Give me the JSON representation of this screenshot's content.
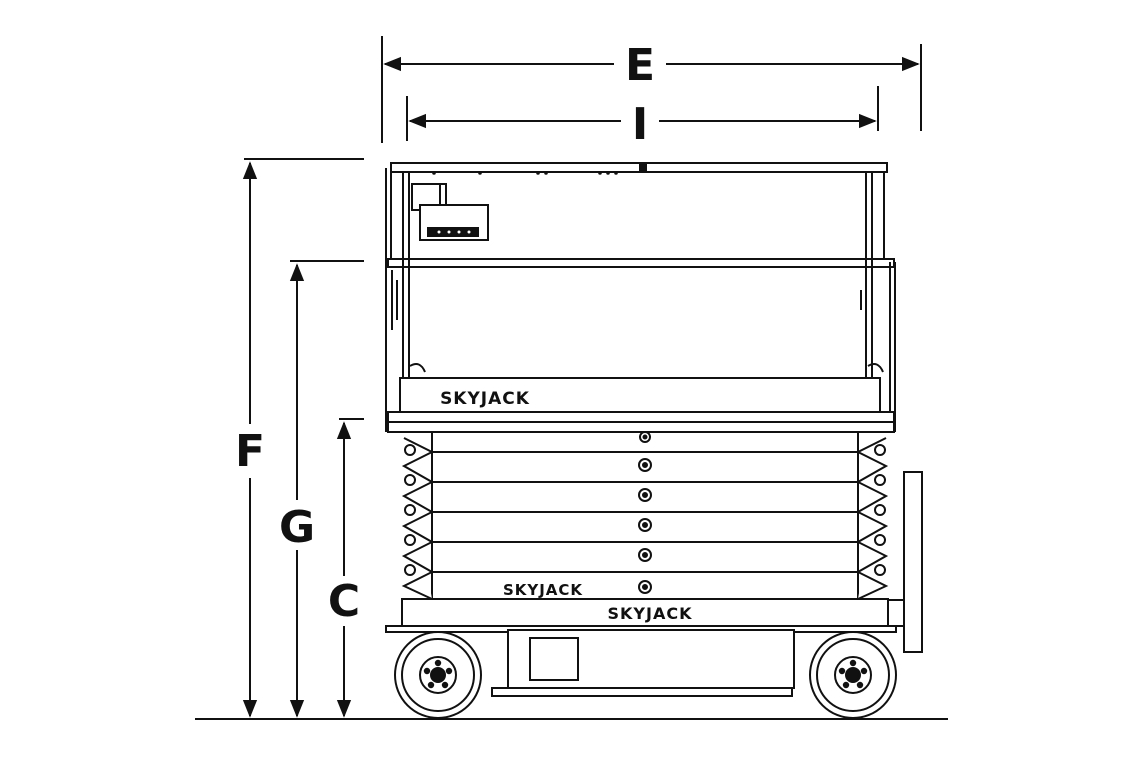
{
  "dimensions": {
    "E": "E",
    "I": "I",
    "F": "F",
    "G": "G",
    "C": "C"
  },
  "branding": {
    "platform_logo": "SKYJACK",
    "scissor_logo": "SKYJACK",
    "base_logo": "SKYJACK"
  },
  "colors": {
    "line": "#111111",
    "background": "#ffffff"
  }
}
